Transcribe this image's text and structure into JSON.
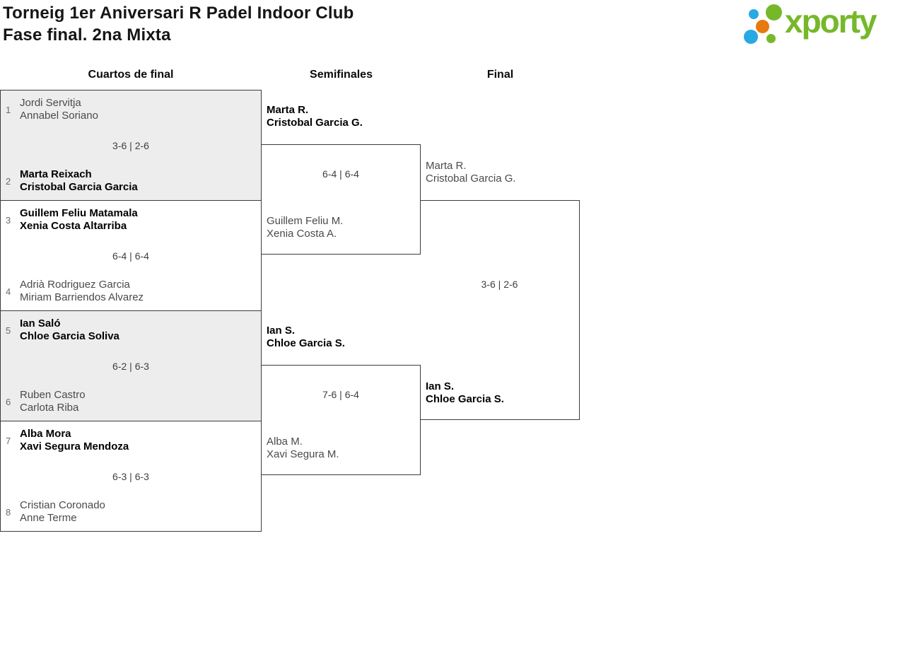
{
  "header": {
    "title_line1": "Torneig 1er Aniversari R Padel Indoor Club",
    "title_line2": "Fase final. 2na Mixta",
    "logo_text": "xporty",
    "logo_colors": {
      "green": "#76b82a",
      "blue": "#29a9e1",
      "orange": "#e8790e"
    }
  },
  "round_labels": {
    "quarterfinals": "Cuartos de final",
    "semifinals": "Semifinales",
    "final": "Final"
  },
  "bracket": {
    "quarterfinals": [
      {
        "seed_a": "1",
        "a1": "Jordi Servitja",
        "a2": "Annabel Soriano",
        "a_winner": false,
        "score": "3-6 | 2-6",
        "seed_b": "2",
        "b1": "Marta Reixach",
        "b2": "Cristobal Garcia Garcia",
        "b_winner": true
      },
      {
        "seed_a": "3",
        "a1": "Guillem Feliu Matamala",
        "a2": "Xenia Costa Altarriba",
        "a_winner": true,
        "score": "6-4 | 6-4",
        "seed_b": "4",
        "b1": "Adrià Rodriguez Garcia",
        "b2": "Miriam Barriendos Alvarez",
        "b_winner": false
      },
      {
        "seed_a": "5",
        "a1": "Ian Saló",
        "a2": "Chloe Garcia Soliva",
        "a_winner": true,
        "score": "6-2 | 6-3",
        "seed_b": "6",
        "b1": "Ruben Castro",
        "b2": "Carlota Riba",
        "b_winner": false
      },
      {
        "seed_a": "7",
        "a1": "Alba Mora",
        "a2": "Xavi Segura Mendoza",
        "a_winner": true,
        "score": "6-3 | 6-3",
        "seed_b": "8",
        "b1": "Cristian Coronado",
        "b2": "Anne Terme",
        "b_winner": false
      }
    ],
    "semifinals": [
      {
        "a1": "Marta R.",
        "a2": "Cristobal Garcia G.",
        "a_winner": true,
        "score": "6-4 | 6-4",
        "b1": "Guillem Feliu M.",
        "b2": "Xenia Costa A.",
        "b_winner": false
      },
      {
        "a1": "Ian S.",
        "a2": "Chloe Garcia S.",
        "a_winner": true,
        "score": "7-6 | 6-4",
        "b1": "Alba M.",
        "b2": "Xavi Segura M.",
        "b_winner": false
      }
    ],
    "final": {
      "a1": "Marta R.",
      "a2": "Cristobal Garcia G.",
      "a_winner": false,
      "score": "3-6 | 2-6",
      "b1": "Ian S.",
      "b2": "Chloe Garcia S.",
      "b_winner": true
    }
  }
}
